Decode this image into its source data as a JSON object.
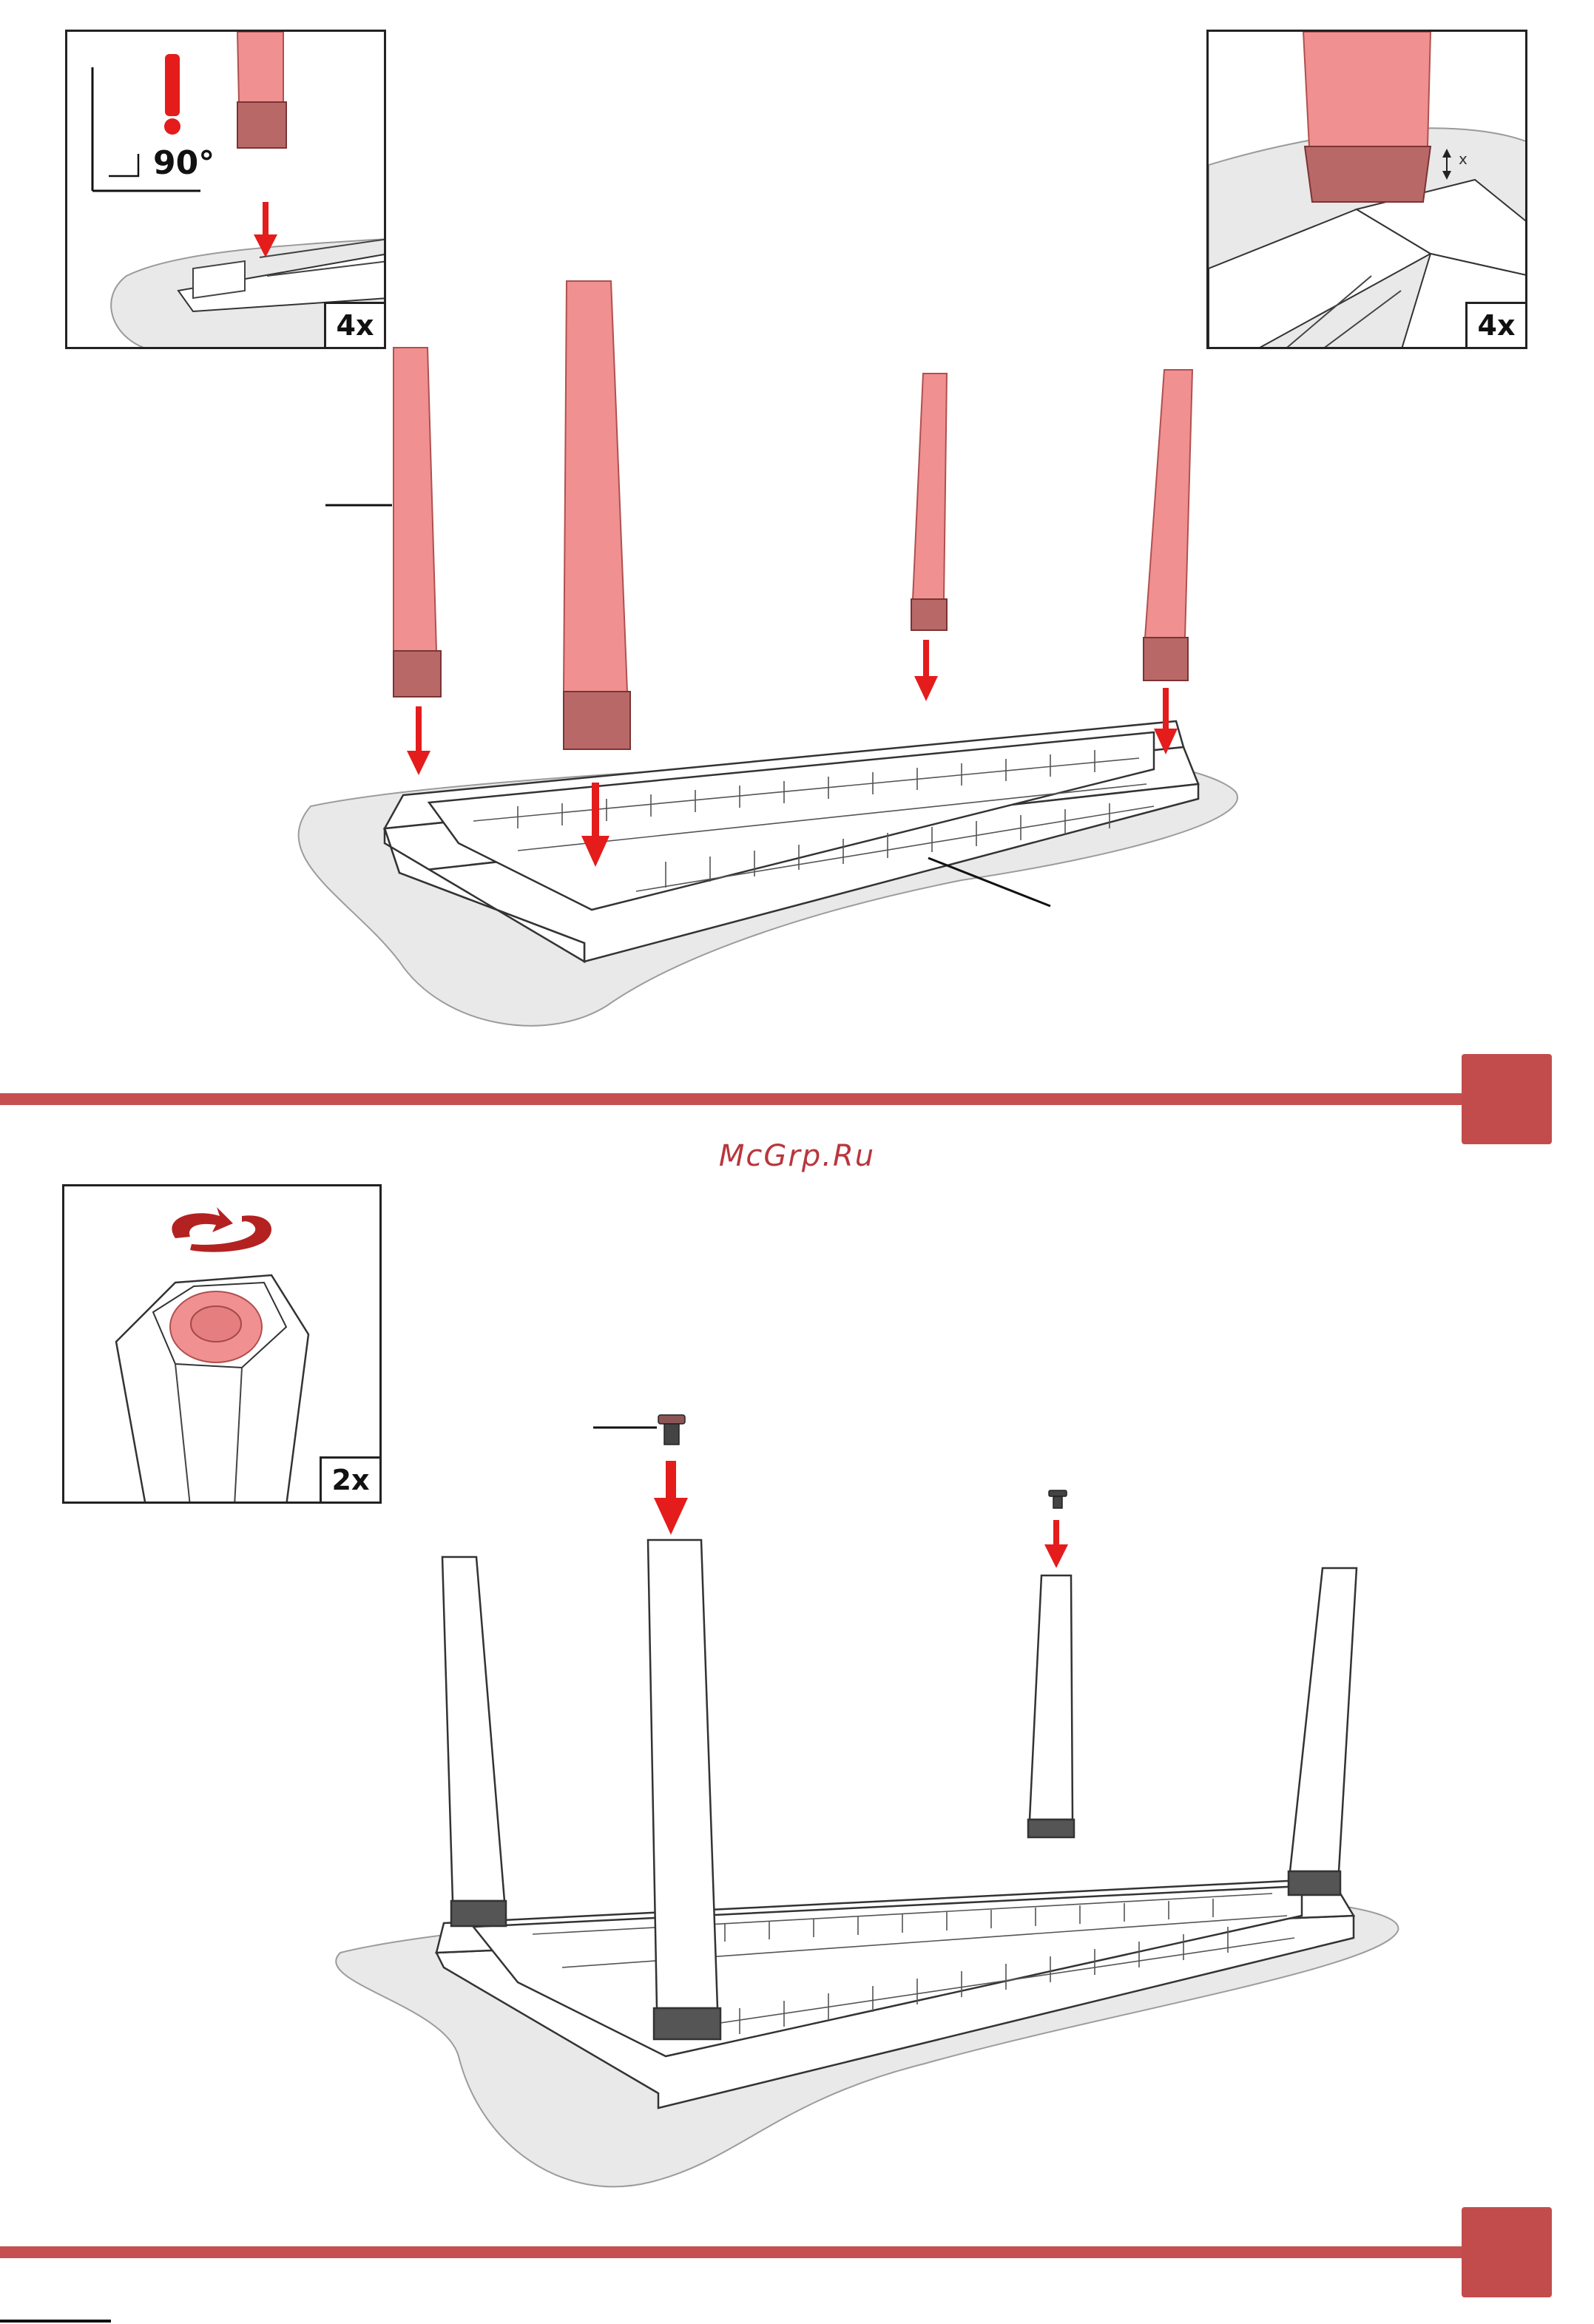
{
  "steps": {
    "step1": {
      "inset_left": {
        "qty": "4x",
        "angle": "90°",
        "warning": "!"
      },
      "inset_right": {
        "qty": "4x",
        "x_label": "x"
      }
    },
    "step2": {
      "inset": {
        "qty": "2x"
      }
    }
  },
  "watermark": "McGrp.Ru",
  "colors": {
    "accent": "#c24c4c",
    "leg": "#f09090",
    "arrow": "#e41c1c",
    "shadow": "#e8e8e8"
  }
}
